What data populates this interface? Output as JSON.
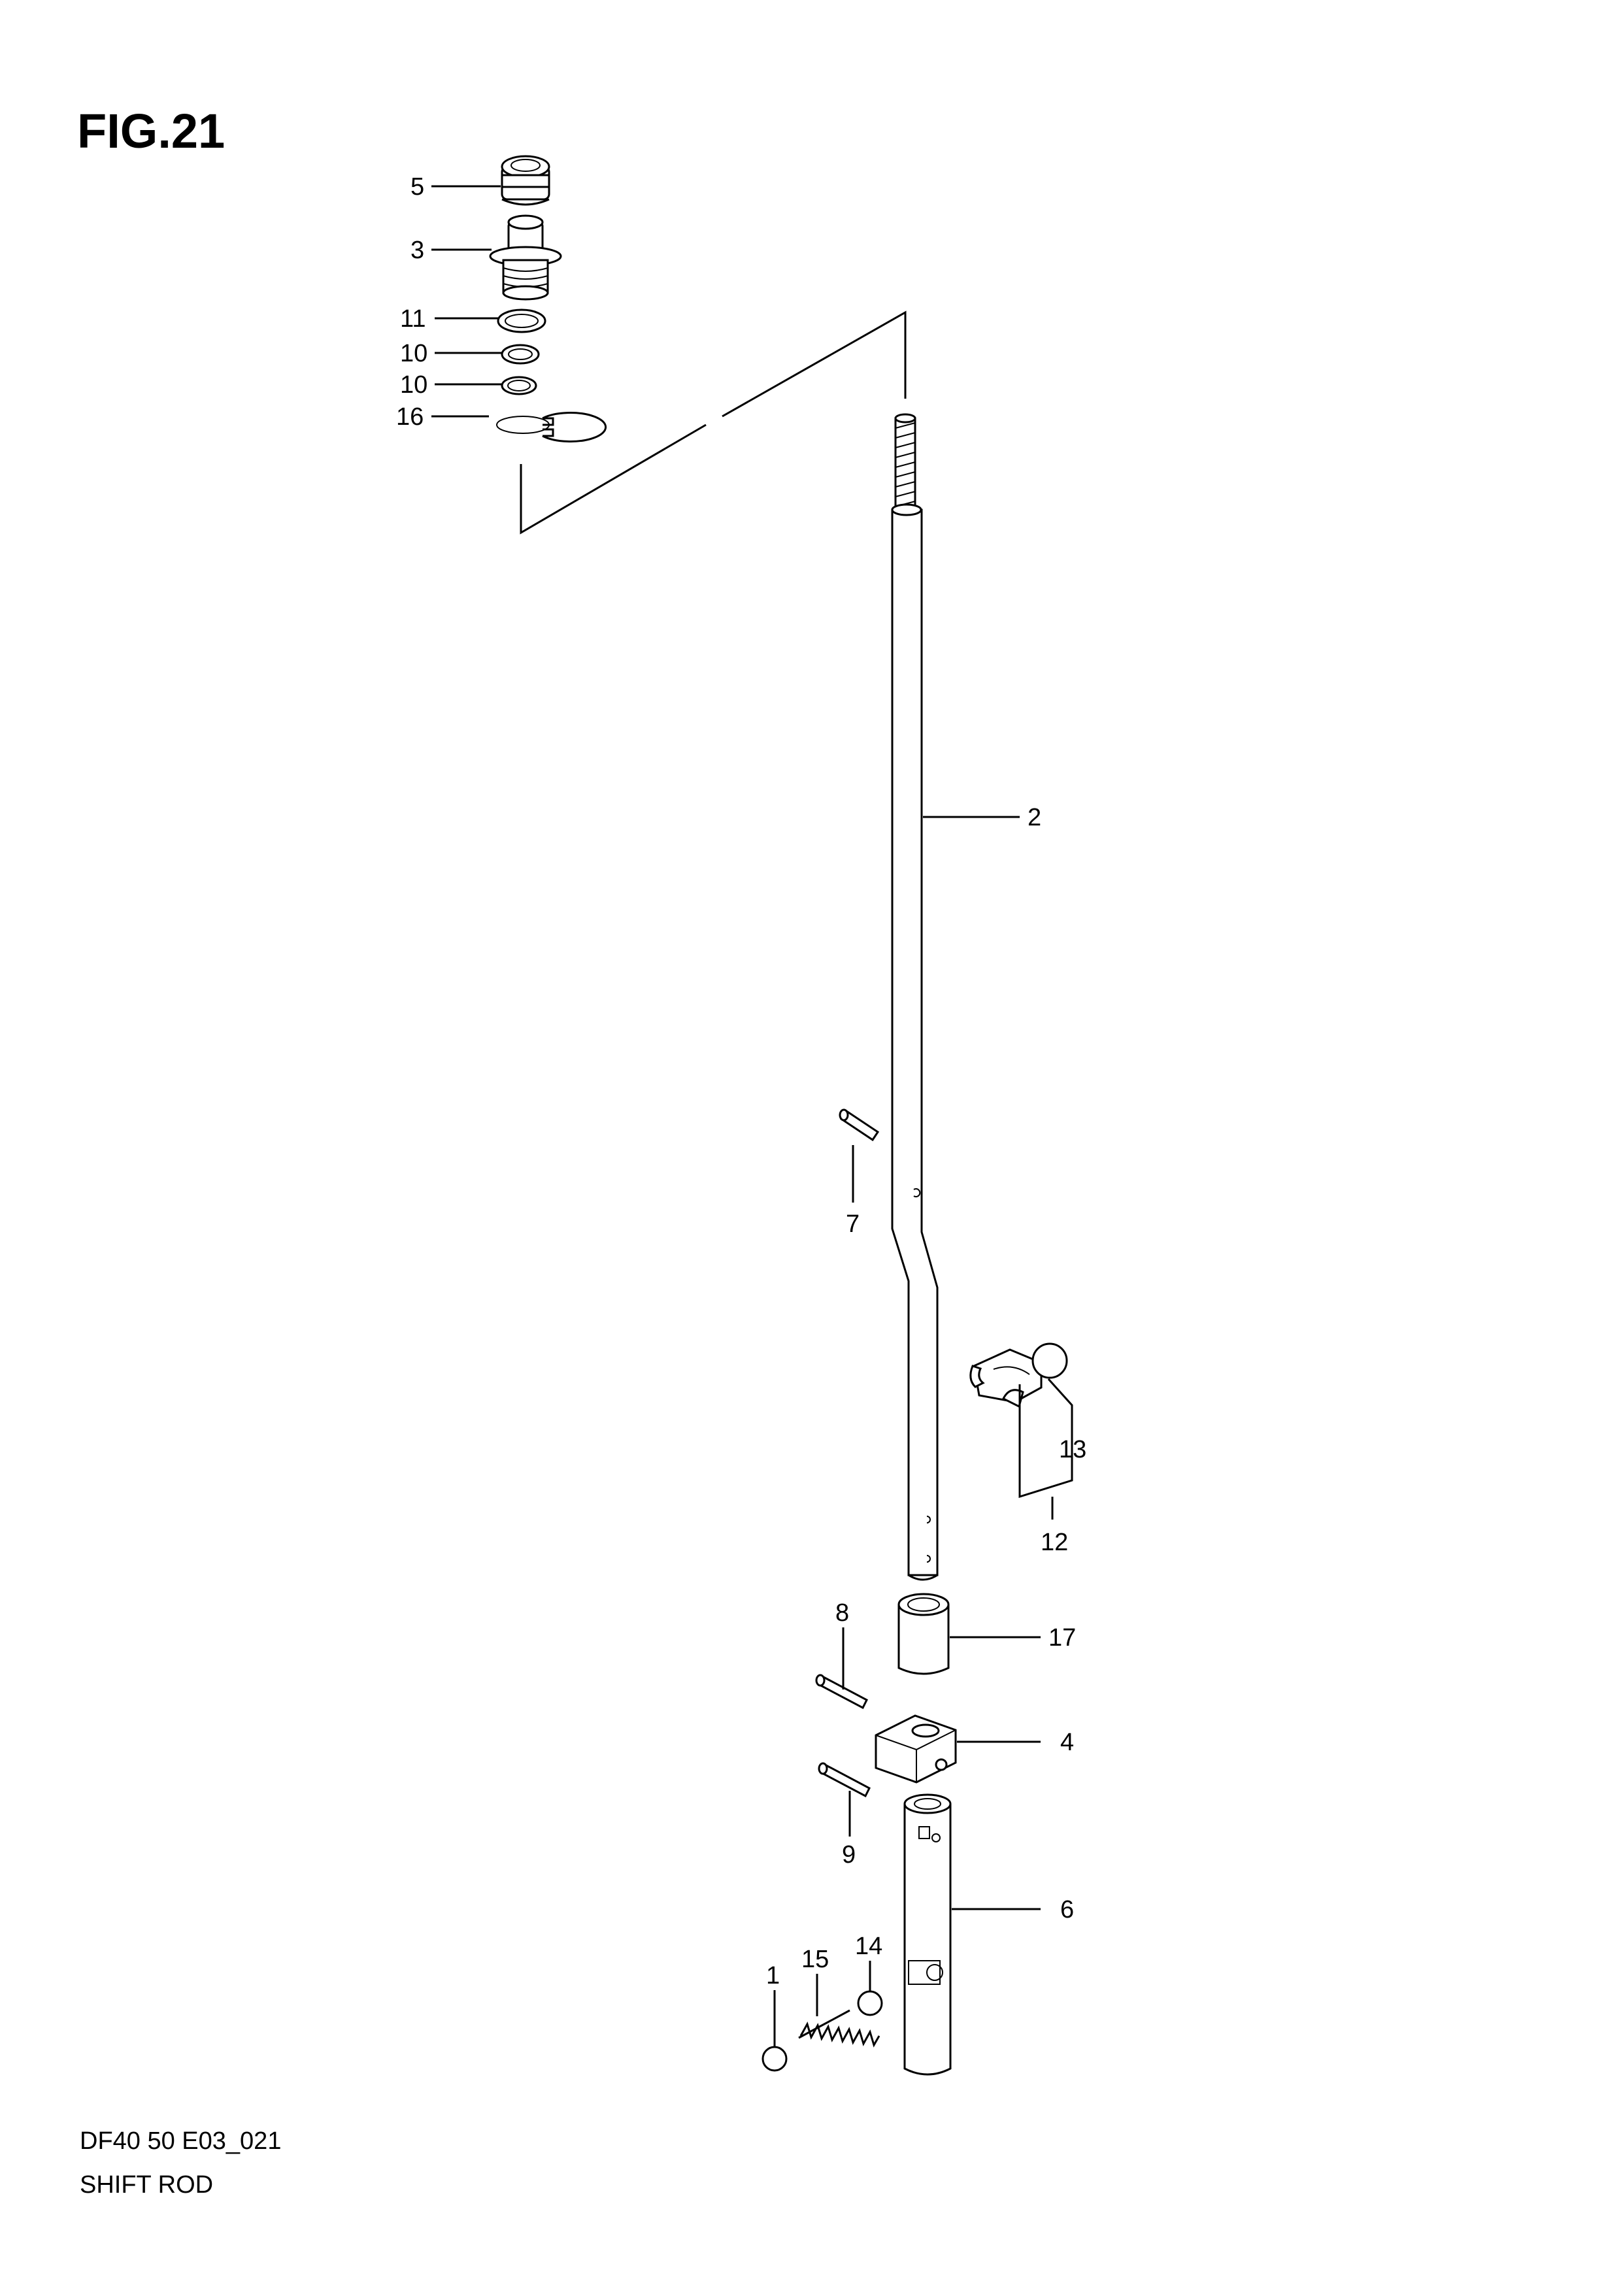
{
  "figure": {
    "title": "FIG.21",
    "code": "DF40 50 E03_021",
    "name": "SHIFT ROD"
  },
  "callouts": [
    {
      "id": "c5",
      "label": "5"
    },
    {
      "id": "c3",
      "label": "3"
    },
    {
      "id": "c11",
      "label": "11"
    },
    {
      "id": "c10a",
      "label": "10"
    },
    {
      "id": "c10b",
      "label": "10"
    },
    {
      "id": "c16",
      "label": "16"
    },
    {
      "id": "c2",
      "label": "2"
    },
    {
      "id": "c7",
      "label": "7"
    },
    {
      "id": "c13",
      "label": "13"
    },
    {
      "id": "c12",
      "label": "12"
    },
    {
      "id": "c8",
      "label": "8"
    },
    {
      "id": "c17",
      "label": "17"
    },
    {
      "id": "c4",
      "label": "4"
    },
    {
      "id": "c9",
      "label": "9"
    },
    {
      "id": "c6",
      "label": "6"
    },
    {
      "id": "c14",
      "label": "14"
    },
    {
      "id": "c15",
      "label": "15"
    },
    {
      "id": "c1",
      "label": "1"
    }
  ]
}
